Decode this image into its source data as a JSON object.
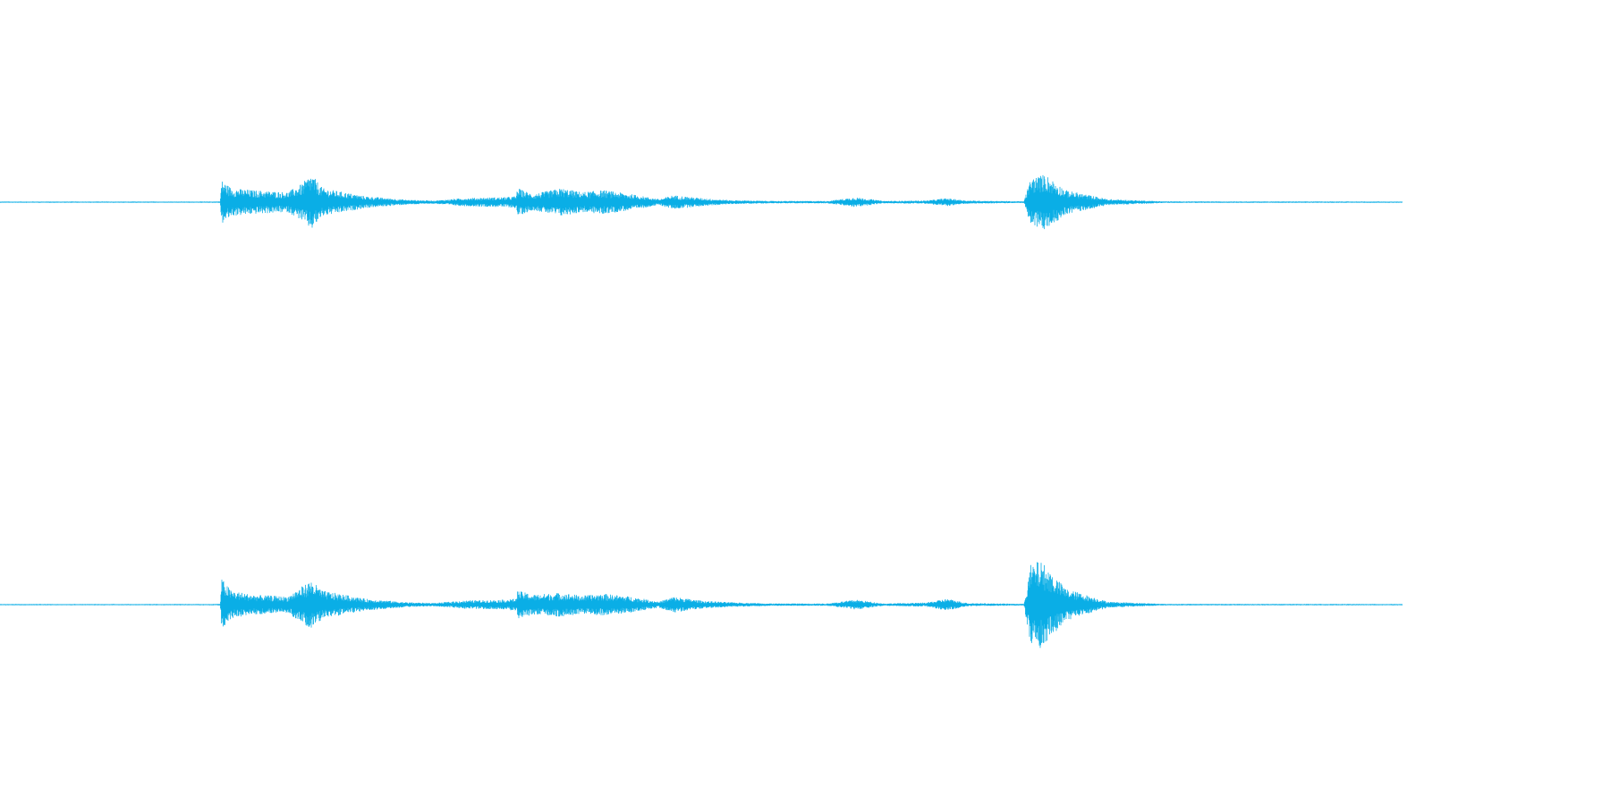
{
  "waveform": {
    "color": "#0aaee6",
    "channels": [
      {
        "name": "",
        "envelope": [
          [
            0.0,
            0.003
          ],
          [
            0.15,
            0.003
          ],
          [
            0.157,
            0.004
          ],
          [
            0.158,
            0.11
          ],
          [
            0.165,
            0.07
          ],
          [
            0.18,
            0.06
          ],
          [
            0.205,
            0.05
          ],
          [
            0.215,
            0.09
          ],
          [
            0.222,
            0.14
          ],
          [
            0.23,
            0.07
          ],
          [
            0.26,
            0.03
          ],
          [
            0.29,
            0.012
          ],
          [
            0.31,
            0.008
          ],
          [
            0.33,
            0.02
          ],
          [
            0.36,
            0.025
          ],
          [
            0.368,
            0.03
          ],
          [
            0.369,
            0.07
          ],
          [
            0.38,
            0.04
          ],
          [
            0.4,
            0.07
          ],
          [
            0.415,
            0.05
          ],
          [
            0.43,
            0.06
          ],
          [
            0.45,
            0.04
          ],
          [
            0.47,
            0.015
          ],
          [
            0.48,
            0.035
          ],
          [
            0.5,
            0.02
          ],
          [
            0.52,
            0.01
          ],
          [
            0.55,
            0.006
          ],
          [
            0.59,
            0.006
          ],
          [
            0.61,
            0.025
          ],
          [
            0.63,
            0.006
          ],
          [
            0.66,
            0.008
          ],
          [
            0.675,
            0.02
          ],
          [
            0.69,
            0.008
          ],
          [
            0.73,
            0.004
          ],
          [
            0.735,
            0.12
          ],
          [
            0.745,
            0.14
          ],
          [
            0.76,
            0.06
          ],
          [
            0.79,
            0.015
          ],
          [
            0.83,
            0.004
          ],
          [
            1.0,
            0.003
          ]
        ]
      },
      {
        "name": "",
        "envelope": [
          [
            0.0,
            0.003
          ],
          [
            0.15,
            0.003
          ],
          [
            0.157,
            0.004
          ],
          [
            0.158,
            0.13
          ],
          [
            0.165,
            0.07
          ],
          [
            0.18,
            0.05
          ],
          [
            0.205,
            0.04
          ],
          [
            0.215,
            0.09
          ],
          [
            0.222,
            0.12
          ],
          [
            0.23,
            0.07
          ],
          [
            0.26,
            0.03
          ],
          [
            0.29,
            0.012
          ],
          [
            0.31,
            0.008
          ],
          [
            0.33,
            0.02
          ],
          [
            0.36,
            0.025
          ],
          [
            0.368,
            0.03
          ],
          [
            0.369,
            0.07
          ],
          [
            0.38,
            0.05
          ],
          [
            0.4,
            0.06
          ],
          [
            0.415,
            0.045
          ],
          [
            0.43,
            0.055
          ],
          [
            0.45,
            0.04
          ],
          [
            0.47,
            0.015
          ],
          [
            0.48,
            0.04
          ],
          [
            0.5,
            0.02
          ],
          [
            0.52,
            0.012
          ],
          [
            0.55,
            0.006
          ],
          [
            0.59,
            0.006
          ],
          [
            0.61,
            0.025
          ],
          [
            0.63,
            0.006
          ],
          [
            0.66,
            0.01
          ],
          [
            0.675,
            0.03
          ],
          [
            0.69,
            0.008
          ],
          [
            0.73,
            0.004
          ],
          [
            0.735,
            0.2
          ],
          [
            0.742,
            0.22
          ],
          [
            0.76,
            0.08
          ],
          [
            0.79,
            0.015
          ],
          [
            0.83,
            0.004
          ],
          [
            1.0,
            0.003
          ]
        ]
      }
    ]
  }
}
